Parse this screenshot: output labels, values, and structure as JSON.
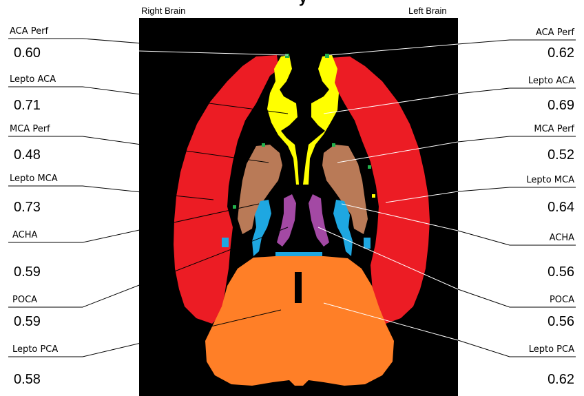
{
  "title": "y",
  "header": {
    "right_brain": "Right Brain",
    "left_brain": "Left Brain"
  },
  "colors": {
    "background": "#000000",
    "lepto_aca_yellow": "#ffff00",
    "lepto_mca_red": "#ec1c24",
    "mca_perf_brown": "#b97a57",
    "acha_blue": "#1ea7e1",
    "poca_purple": "#a349a4",
    "lepto_pca_orange": "#ff7f27",
    "perf_green": "#22b14c"
  },
  "right": [
    {
      "label": "ACA Perf",
      "value": "0.60"
    },
    {
      "label": "Lepto ACA",
      "value": "0.71"
    },
    {
      "label": "MCA Perf",
      "value": "0.48"
    },
    {
      "label": "Lepto MCA",
      "value": "0.73"
    },
    {
      "label": "ACHA",
      "value": "0.59"
    },
    {
      "label": "POCA",
      "value": "0.59"
    },
    {
      "label": "Lepto PCA",
      "value": "0.58"
    }
  ],
  "left": [
    {
      "label": "ACA Perf",
      "value": "0.62"
    },
    {
      "label": "Lepto ACA",
      "value": "0.69"
    },
    {
      "label": "MCA Perf",
      "value": "0.52"
    },
    {
      "label": "Lepto MCA",
      "value": "0.64"
    },
    {
      "label": "ACHA",
      "value": "0.56"
    },
    {
      "label": "POCA",
      "value": "0.56"
    },
    {
      "label": "Lepto PCA",
      "value": "0.62"
    }
  ]
}
